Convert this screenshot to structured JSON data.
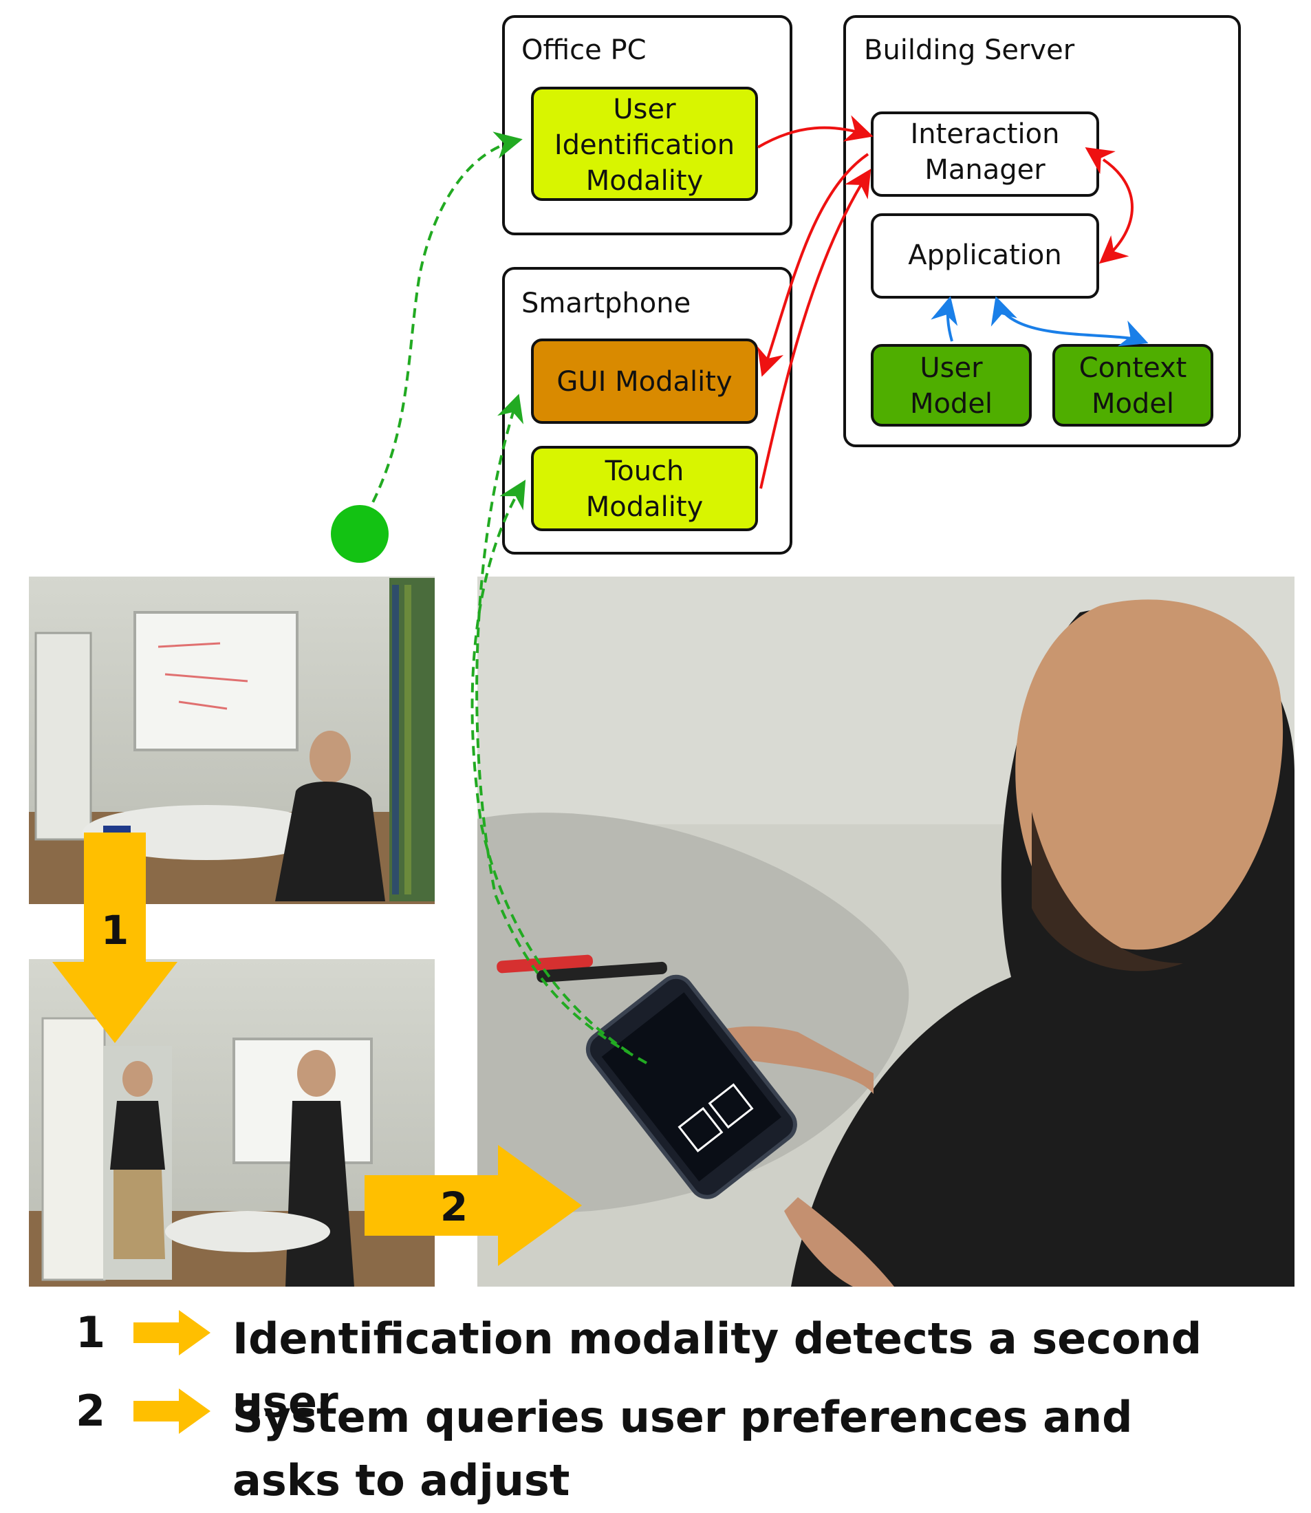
{
  "architecture": {
    "office_pc": {
      "title": "Office PC",
      "modalities": [
        {
          "lines": [
            "User",
            "Identification",
            "Modality"
          ]
        }
      ]
    },
    "smartphone": {
      "title": "Smartphone",
      "modalities": [
        {
          "lines": [
            "GUI Modality"
          ]
        },
        {
          "lines": [
            "Touch",
            "Modality"
          ]
        }
      ]
    },
    "building_server": {
      "title": "Building Server",
      "interaction_manager": [
        "Interaction",
        "Manager"
      ],
      "application": [
        "Application"
      ],
      "user_model": [
        "User",
        "Model"
      ],
      "context_model": [
        "Context",
        "Model"
      ]
    }
  },
  "steps": [
    {
      "num": "1",
      "text": "Identification modality detects a second user"
    },
    {
      "num": "2",
      "text": "System queries user preferences and asks to adjust"
    }
  ],
  "colors": {
    "identification_modality": "#d8f500",
    "gui_modality": "#d98a00",
    "touch_modality": "#d8f500",
    "model_fill": "#4fae00",
    "flow_red": "#ee1111",
    "flow_blue": "#1a7fe8",
    "flow_green_dashed": "#22aa22",
    "user_marker": "#13c213",
    "step_arrow": "#ffbf00"
  },
  "icons": {
    "step_arrow": "block-arrow-icon",
    "user_marker": "dot-icon"
  }
}
